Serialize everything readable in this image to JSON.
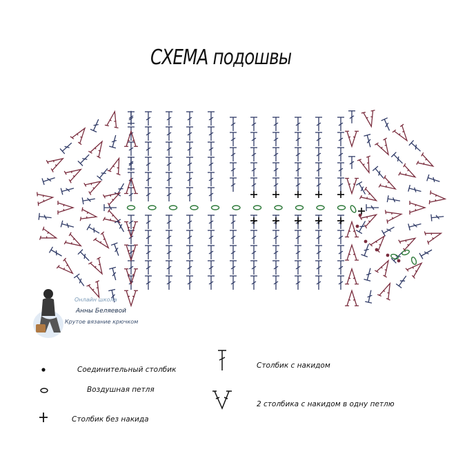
{
  "title": "СХЕМА подошвы",
  "logo": {
    "line1": "Онлайн школа",
    "line2": "Анны Беляевой",
    "line3": "Крутое вязание крючком"
  },
  "legend": {
    "slip_stitch": "Соединительный столбик",
    "chain": "Воздушная петля",
    "single_crochet": "Столбик без накида",
    "double_crochet": "Столбик с накидом",
    "two_dc_one_loop": "2 столбика с накидом в одну петлю"
  },
  "colors": {
    "dc_blue": "#2f3a66",
    "increase_maroon": "#7a2d3e",
    "chain_green": "#2e7a3a",
    "ink": "#111111"
  },
  "icons": [
    "crochet-woman-logo"
  ]
}
